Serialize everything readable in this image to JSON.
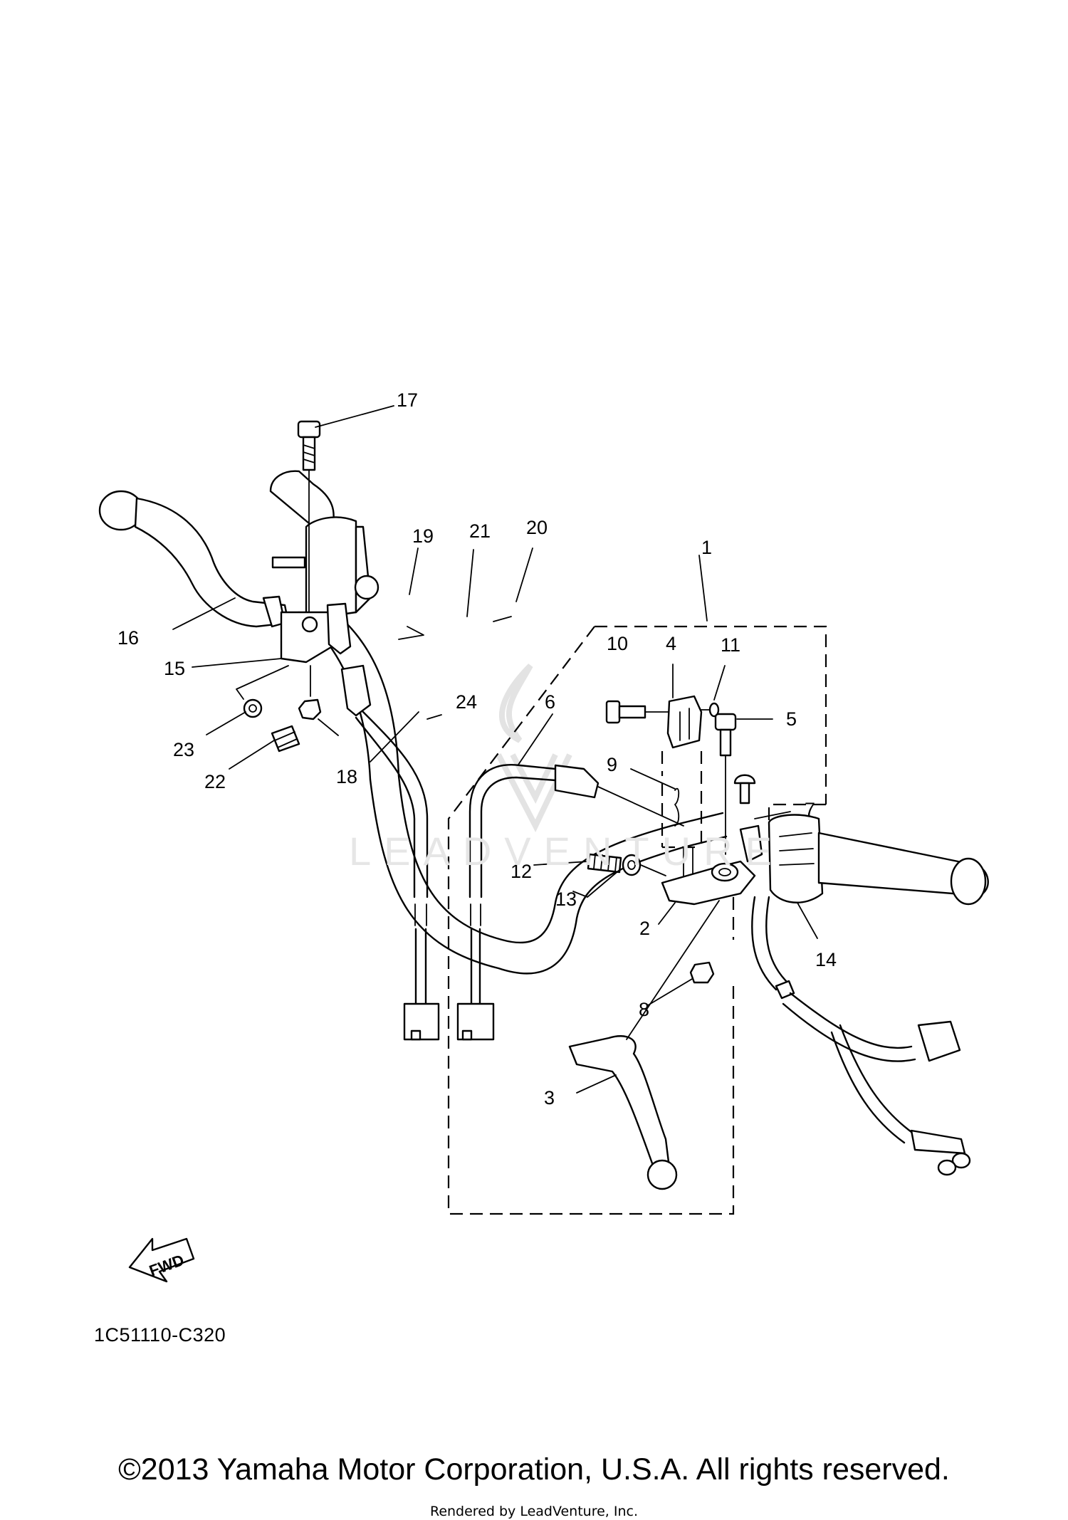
{
  "diagram": {
    "callouts": [
      {
        "id": "1",
        "label": "1"
      },
      {
        "id": "2",
        "label": "2"
      },
      {
        "id": "3",
        "label": "3"
      },
      {
        "id": "4",
        "label": "4"
      },
      {
        "id": "5",
        "label": "5"
      },
      {
        "id": "6",
        "label": "6"
      },
      {
        "id": "7",
        "label": "7"
      },
      {
        "id": "8",
        "label": "8"
      },
      {
        "id": "9",
        "label": "9"
      },
      {
        "id": "10",
        "label": "10"
      },
      {
        "id": "11",
        "label": "11"
      },
      {
        "id": "12",
        "label": "12"
      },
      {
        "id": "13",
        "label": "13"
      },
      {
        "id": "14",
        "label": "14"
      },
      {
        "id": "15",
        "label": "15"
      },
      {
        "id": "16",
        "label": "16"
      },
      {
        "id": "17",
        "label": "17"
      },
      {
        "id": "18",
        "label": "18"
      },
      {
        "id": "19",
        "label": "19"
      },
      {
        "id": "20",
        "label": "20"
      },
      {
        "id": "21",
        "label": "21"
      },
      {
        "id": "22",
        "label": "22"
      },
      {
        "id": "23",
        "label": "23"
      },
      {
        "id": "24",
        "label": "24"
      }
    ],
    "fwd_label": "FWD",
    "diagram_code": "1C51110-C320",
    "watermark": "LEADVENTURE"
  },
  "footer": {
    "copyright": "©2013 Yamaha Motor Corporation, U.S.A. All rights reserved.",
    "render_credit": "Rendered by LeadVenture, Inc."
  },
  "colors": {
    "line": "#000000",
    "background": "#ffffff",
    "watermark": "#e3e3e3"
  }
}
